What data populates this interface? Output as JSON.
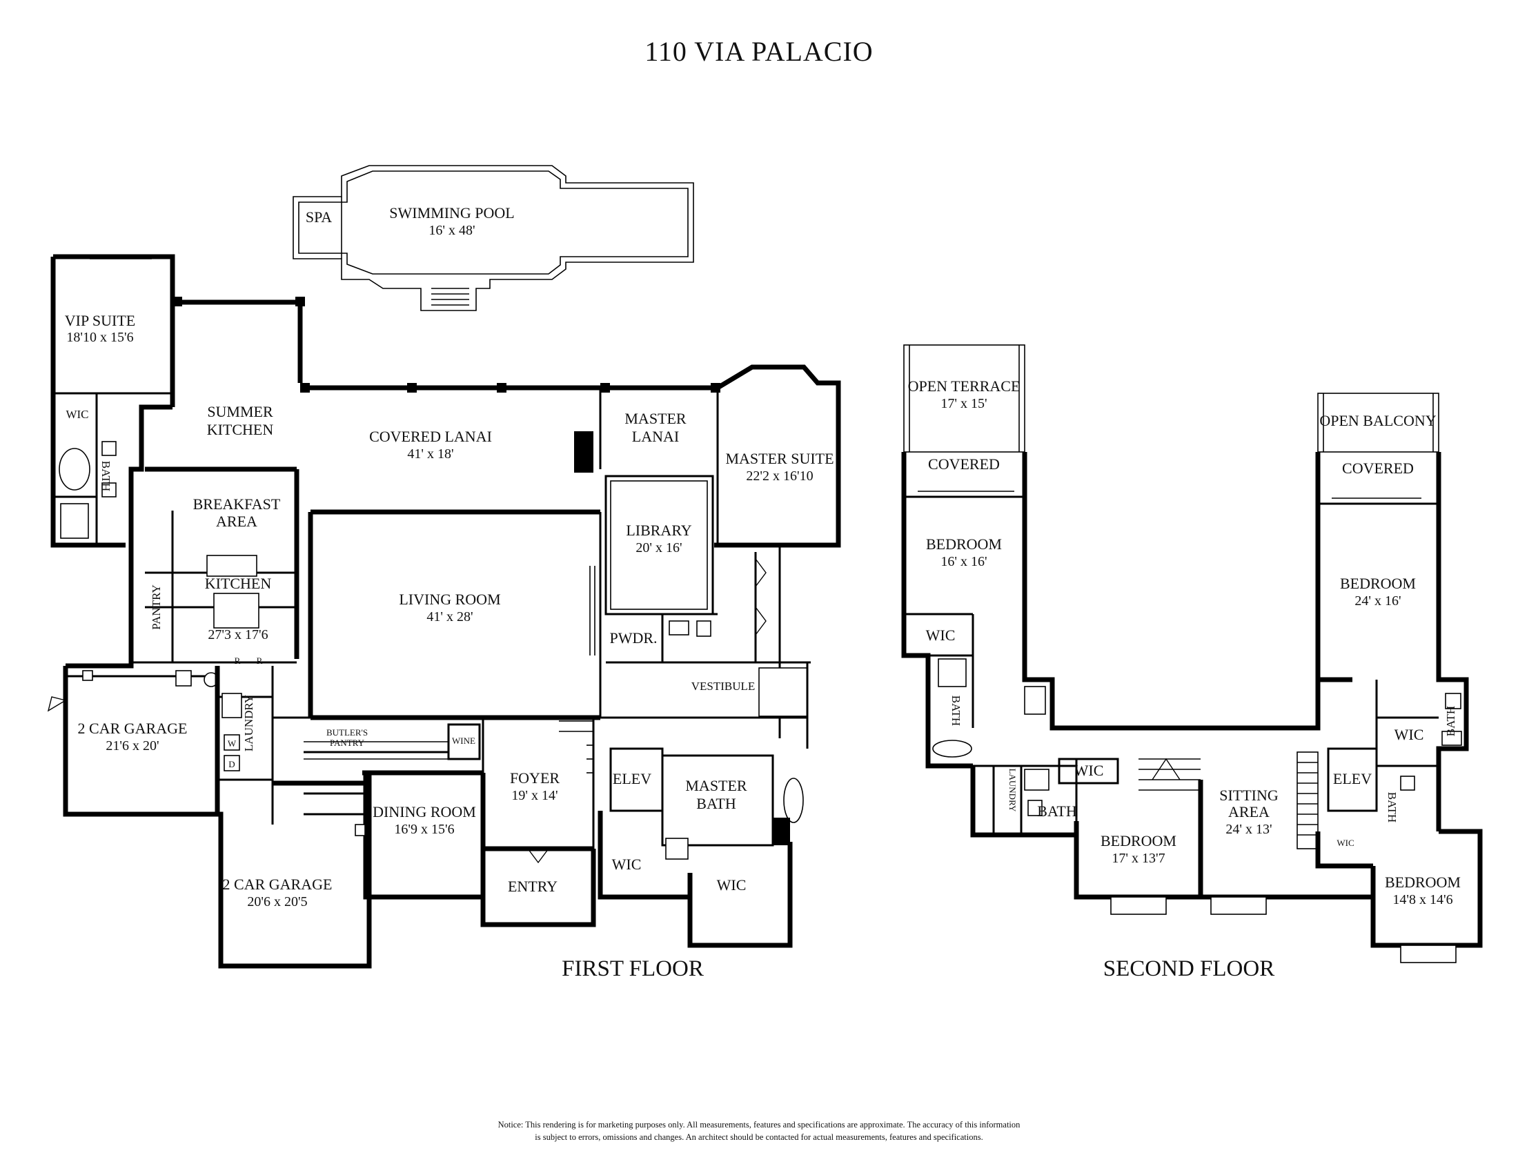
{
  "title": "110 VIA PALACIO",
  "floors": {
    "first": "FIRST FLOOR",
    "second": "SECOND FLOOR"
  },
  "pool": {
    "spa": "SPA",
    "name": "SWIMMING POOL",
    "dim": "16' x 48'"
  },
  "first_floor": {
    "vip_suite": {
      "name": "VIP SUITE",
      "dim": "18'10 x 15'6"
    },
    "vip_wic": "WIC",
    "vip_bath": "BATH",
    "summer_kitchen": {
      "line1": "SUMMER",
      "line2": "KITCHEN"
    },
    "covered_lanai": {
      "name": "COVERED LANAI",
      "dim": "41' x 18'"
    },
    "master_lanai": {
      "line1": "MASTER",
      "line2": "LANAI"
    },
    "master_suite": {
      "name": "MASTER SUITE",
      "dim": "22'2 x 16'10"
    },
    "breakfast": {
      "line1": "BREAKFAST",
      "line2": "AREA"
    },
    "kitchen": {
      "name": "KITCHEN",
      "dim": "27'3 x 17'6"
    },
    "pantry": "PANTRY",
    "living_room": {
      "name": "LIVING ROOM",
      "dim": "41' x 28'"
    },
    "library": {
      "name": "LIBRARY",
      "dim": "20' x 16'"
    },
    "powder": "PWDR.",
    "vestibule": "VESTIBULE",
    "garage1": {
      "name": "2 CAR GARAGE",
      "dim": "21'6 x 20'"
    },
    "garage2": {
      "name": "2 CAR GARAGE",
      "dim": "20'6 x 20'5"
    },
    "laundry": "LAUNDRY",
    "butlers_pantry": {
      "line1": "BUTLER'S",
      "line2": "PANTRY"
    },
    "wine": "WINE",
    "dining_room": {
      "name": "DINING ROOM",
      "dim": "16'9 x 15'6"
    },
    "foyer": {
      "name": "FOYER",
      "dim": "19' x 14'"
    },
    "entry": "ENTRY",
    "elev": "ELEV",
    "master_bath": {
      "line1": "MASTER",
      "line2": "BATH"
    },
    "wic_left": "WIC",
    "wic_right": "WIC",
    "appliance_r": "R",
    "appliance_w": "W",
    "appliance_d": "D"
  },
  "second_floor": {
    "open_terrace": {
      "name": "OPEN TERRACE",
      "dim": "17' x 15'"
    },
    "covered_left": "COVERED",
    "bedroom_left": {
      "name": "BEDROOM",
      "dim": "16' x 16'"
    },
    "wic_left": "WIC",
    "bath_left": "BATH",
    "laundry": "LAUNDRY",
    "wic_mid": "WIC",
    "bath_mid": "BATH",
    "bedroom_mid": {
      "name": "BEDROOM",
      "dim": "17' x 13'7"
    },
    "sitting": {
      "line1": "SITTING",
      "line2": "AREA",
      "dim": "24' x 13'"
    },
    "open_balcony": "OPEN BALCONY",
    "covered_right": "COVERED",
    "bedroom_right": {
      "name": "BEDROOM",
      "dim": "24' x 16'"
    },
    "wic_right": "WIC",
    "bath_right": "BATH",
    "elev": "ELEV",
    "bath_small": "BATH",
    "wic_small": "WIC",
    "bedroom_corner": {
      "name": "BEDROOM",
      "dim": "14'8 x 14'6"
    }
  },
  "notice": {
    "line1": "Notice: This rendering is for marketing purposes only. All measurements, features and specifications are approximate. The accuracy of this information",
    "line2": "is subject to errors, omissions and changes. An architect should be contacted for actual measurements, features and specifications."
  }
}
